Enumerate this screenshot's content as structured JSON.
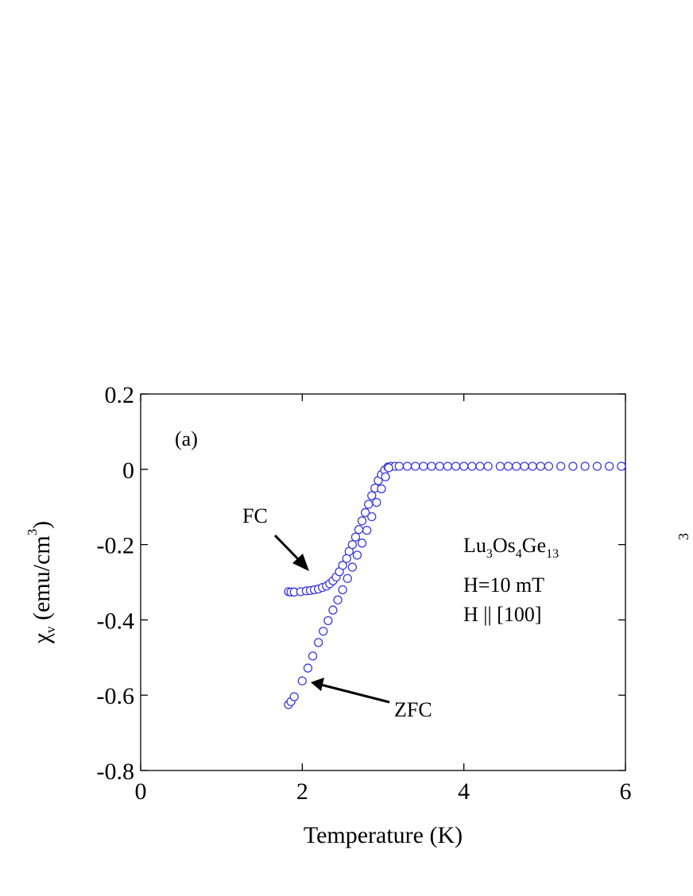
{
  "chart_data": {
    "type": "scatter",
    "panel_label": "(a)",
    "xlabel": "Temperature (K)",
    "ylabel": {
      "symbol": "χ",
      "subscript": "v",
      "unit_prefix": " (emu/cm",
      "unit_power": "3",
      "unit_suffix": ")"
    },
    "xlim": [
      0,
      6
    ],
    "ylim": [
      -0.8,
      0.2
    ],
    "xticks": [
      0,
      2,
      4,
      6
    ],
    "xtick_labels": [
      "0",
      "2",
      "4",
      "6"
    ],
    "yticks": [
      0.2,
      0,
      -0.2,
      -0.4,
      -0.6,
      -0.8
    ],
    "ytick_labels": [
      "0.2",
      "0",
      "-0.2",
      "-0.4",
      "-0.6",
      "-0.8"
    ],
    "grid": false,
    "marker_color": "#3a3ae0",
    "annotations": {
      "compound": {
        "a": "Lu",
        "a_sub": "3",
        "b": "Os",
        "b_sub": "4",
        "c": "Ge",
        "c_sub": "13"
      },
      "field": "H=10 mT",
      "direction": "H || [100]",
      "fc_label": "FC",
      "zfc_label": "ZFC",
      "right_edge_fragment": "3"
    },
    "series": [
      {
        "id": "FC",
        "x": [
          1.83,
          1.86,
          1.9,
          1.98,
          2.05,
          2.1,
          2.15,
          2.2,
          2.25,
          2.3,
          2.34,
          2.38,
          2.42,
          2.46,
          2.5,
          2.55,
          2.58,
          2.62,
          2.66,
          2.7,
          2.74,
          2.78,
          2.82,
          2.86,
          2.9,
          2.94,
          2.98,
          3.02,
          3.06,
          3.1,
          3.15,
          3.2,
          3.3,
          3.4,
          3.5,
          3.6,
          3.7,
          3.8,
          3.9,
          4.0,
          4.1,
          4.2,
          4.3,
          4.45,
          4.55,
          4.65,
          4.75,
          4.85,
          4.95,
          5.05,
          5.2,
          5.35,
          5.5,
          5.65,
          5.8,
          5.95
        ],
        "y": [
          -0.325,
          -0.326,
          -0.326,
          -0.325,
          -0.323,
          -0.322,
          -0.32,
          -0.318,
          -0.314,
          -0.31,
          -0.304,
          -0.296,
          -0.286,
          -0.272,
          -0.255,
          -0.237,
          -0.218,
          -0.2,
          -0.18,
          -0.16,
          -0.137,
          -0.115,
          -0.093,
          -0.07,
          -0.05,
          -0.03,
          -0.014,
          -0.002,
          0.006,
          0.008,
          0.008,
          0.008,
          0.008,
          0.008,
          0.008,
          0.008,
          0.008,
          0.008,
          0.008,
          0.008,
          0.008,
          0.008,
          0.008,
          0.008,
          0.008,
          0.008,
          0.008,
          0.008,
          0.008,
          0.008,
          0.008,
          0.008,
          0.008,
          0.008,
          0.008,
          0.008
        ]
      },
      {
        "id": "ZFC",
        "x": [
          1.83,
          1.86,
          1.9,
          2.0,
          2.07,
          2.13,
          2.2,
          2.26,
          2.32,
          2.38,
          2.44,
          2.5,
          2.56,
          2.62,
          2.68,
          2.74,
          2.8,
          2.86,
          2.92,
          2.98,
          3.03,
          3.07
        ],
        "y": [
          -0.625,
          -0.617,
          -0.604,
          -0.562,
          -0.528,
          -0.496,
          -0.46,
          -0.43,
          -0.402,
          -0.374,
          -0.347,
          -0.32,
          -0.29,
          -0.26,
          -0.228,
          -0.196,
          -0.162,
          -0.126,
          -0.088,
          -0.052,
          -0.02,
          0.004
        ]
      }
    ]
  }
}
